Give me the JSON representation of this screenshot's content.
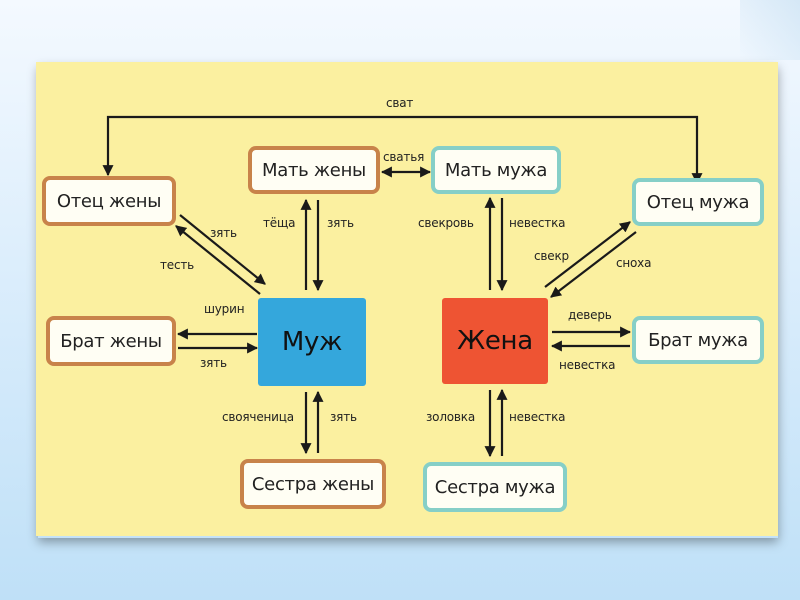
{
  "colors": {
    "background_panel": "#fbf0a0",
    "husband_hub": "#34a7dc",
    "wife_hub": "#ee5433",
    "wife_side_border": "#c8834a",
    "husband_side_border": "#86cfc7",
    "arrow": "#1a1a1a"
  },
  "nodes": {
    "husband": "Муж",
    "wife": "Жена",
    "wife_mother": "Мать жены",
    "husband_mother": "Мать мужа",
    "wife_father": "Отец жены",
    "husband_father": "Отец мужа",
    "wife_brother": "Брат жены",
    "husband_brother": "Брат мужа",
    "wife_sister": "Сестра жены",
    "husband_sister": "Сестра мужа"
  },
  "labels": {
    "svat": "сват",
    "svatya": "сватья",
    "zyat_father": "зять",
    "test": "тесть",
    "tyoshcha": "тёща",
    "zyat_mother": "зять",
    "shurin": "шурин",
    "zyat_brother": "зять",
    "svoyachnitsa": "свояченица",
    "zyat_sister": "зять",
    "svekrov": "свекровь",
    "nevestka_mother": "невестка",
    "svekr": "свекр",
    "snokha": "сноха",
    "dever": "деверь",
    "nevestka_brother": "невестка",
    "zolovka": "золовка",
    "nevestka_sister": "невестка"
  }
}
